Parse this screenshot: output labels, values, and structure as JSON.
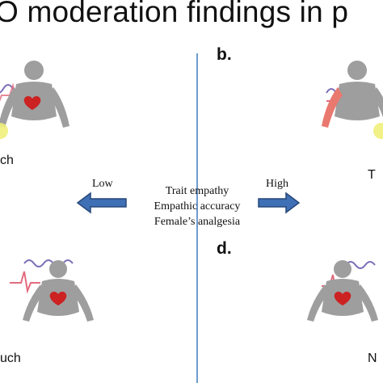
{
  "title": "O moderation findings in p",
  "panels": {
    "b_label": "b",
    "d_label": "d",
    "caption_top_left": "ch",
    "caption_top_right": "T",
    "caption_bottom_left": "uch",
    "caption_bottom_right": "N"
  },
  "moderators": {
    "low_label": "Low",
    "high_label": "High",
    "lines": [
      "Trait empathy",
      "Empathic accuracy",
      "Female’s analgesia"
    ]
  },
  "colors": {
    "divider": "#6f9bd0",
    "arrow_fill": "#3f6fb4",
    "arrow_stroke": "#27487a",
    "figure_gray": "#9e9e9e",
    "heart_red": "#cc2222",
    "signal_pink": "#e36b7f",
    "signal_purple": "#7c6fb8",
    "touch_yellow": "#f1f07a",
    "pain_red": "#e9786f"
  },
  "icons": [
    "human-figure-icon",
    "heart-icon",
    "ecg-signal-icon",
    "arrow-left-icon",
    "arrow-right-icon"
  ]
}
